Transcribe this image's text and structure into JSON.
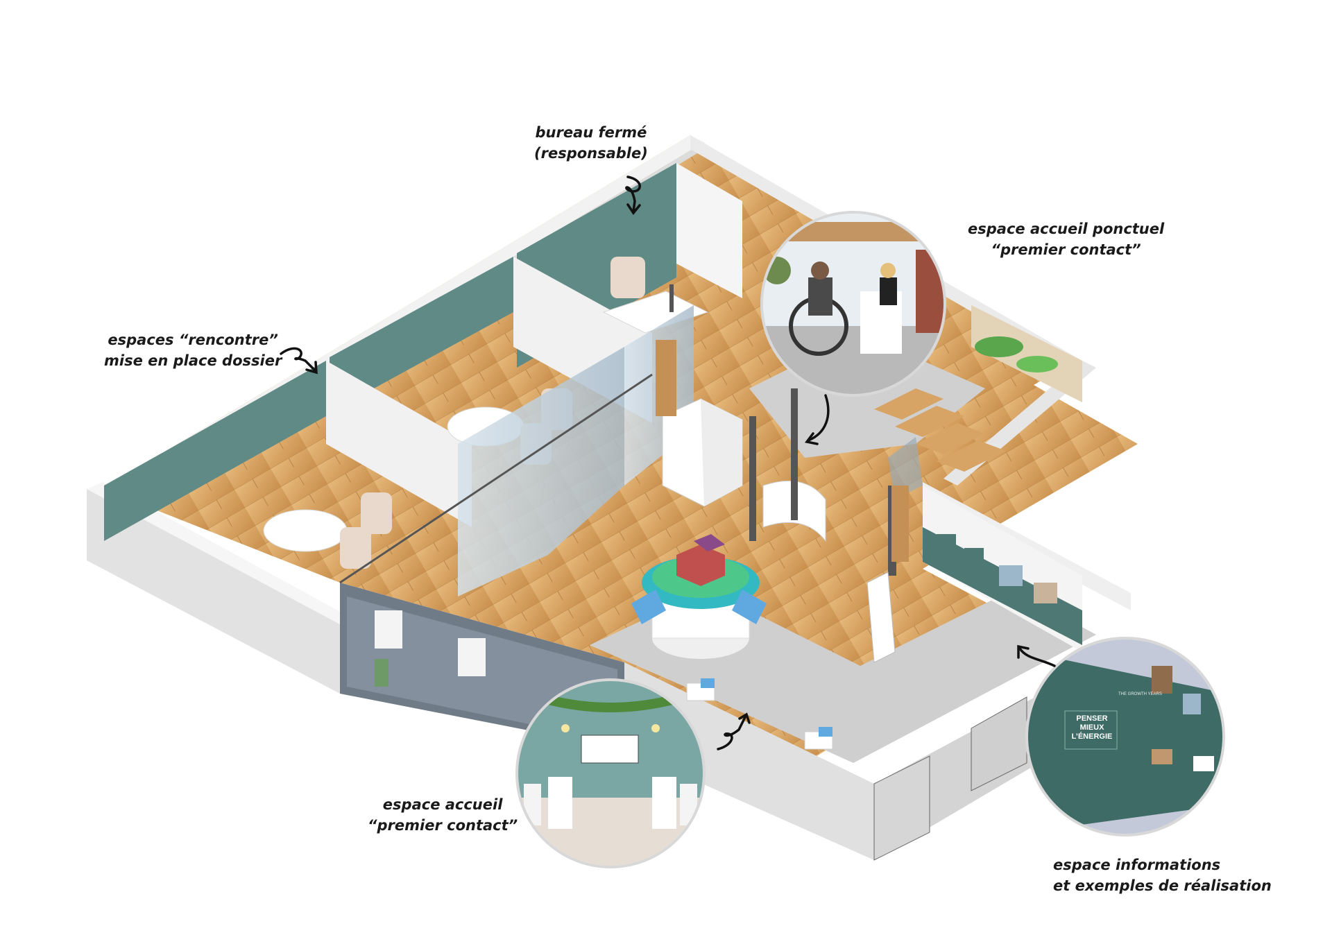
{
  "labels": {
    "bureau": {
      "line1": "bureau fermé",
      "line2": "(responsable)"
    },
    "rencontre": {
      "line1": "espaces “rencontre”",
      "line2": "mise en place dossier"
    },
    "accueil_ponctuel": {
      "line1": "espace accueil  ponctuel",
      "line2": "“premier contact”"
    },
    "accueil": {
      "line1": "espace accueil",
      "line2": "“premier contact”"
    },
    "informations": {
      "line1": "espace informations",
      "line2": "et exemples de réalisation"
    }
  },
  "inset_wall_text": {
    "logo_line1": "PENSER",
    "logo_line2": "MIEUX",
    "logo_line3": "L’ÉNERGIE",
    "timeline_title": "THE GROWTH YEARS"
  },
  "colors": {
    "wall_teal": "#5f8a86",
    "wall_white": "#ececec",
    "floor_wood": "#d9a866",
    "floor_concrete": "#c9c9c9",
    "glass": "#9fb4c4",
    "ink": "#1a1a1a"
  }
}
